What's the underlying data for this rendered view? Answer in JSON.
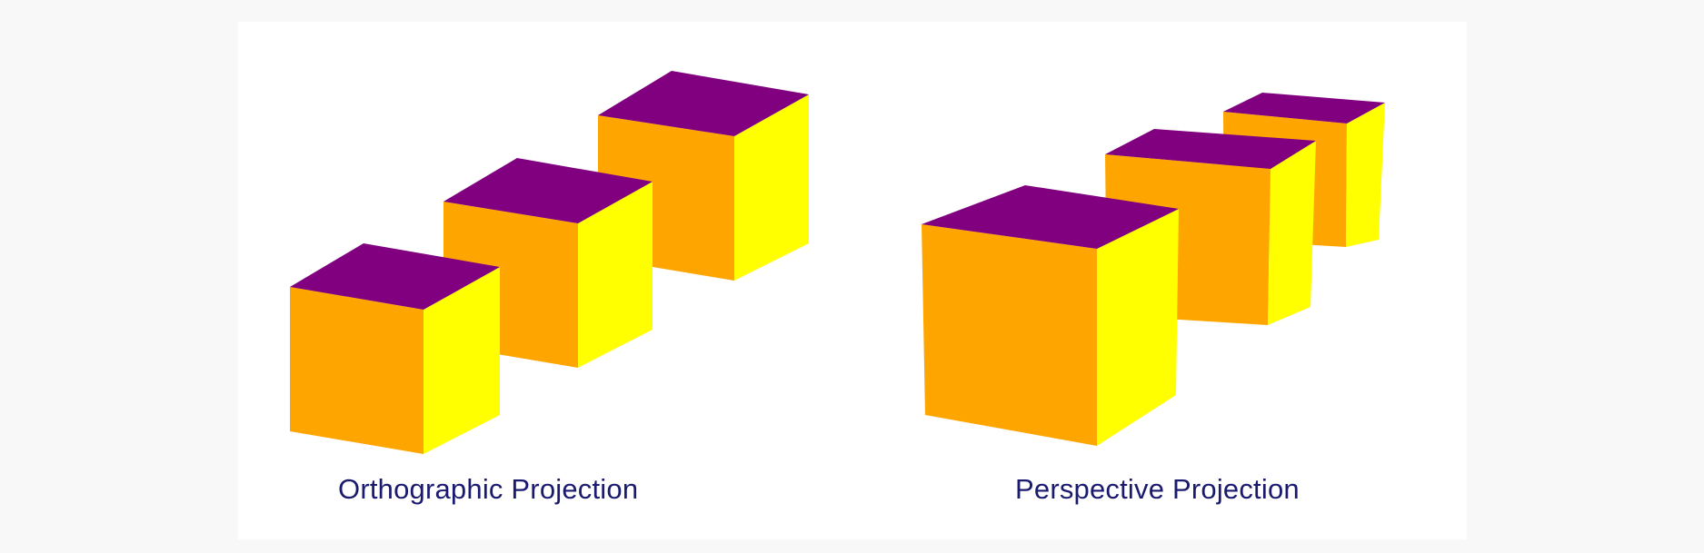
{
  "colors": {
    "top": "#800080",
    "front": "#ffa500",
    "side": "#ffff00",
    "caption": "#1a1a6e",
    "background": "#f8f8f8",
    "figure": "#ffffff"
  },
  "panels": [
    {
      "id": "orthographic",
      "caption": "Orthographic Projection",
      "cube_count": 3
    },
    {
      "id": "perspective",
      "caption": "Perspective Projection",
      "cube_count": 3
    }
  ]
}
